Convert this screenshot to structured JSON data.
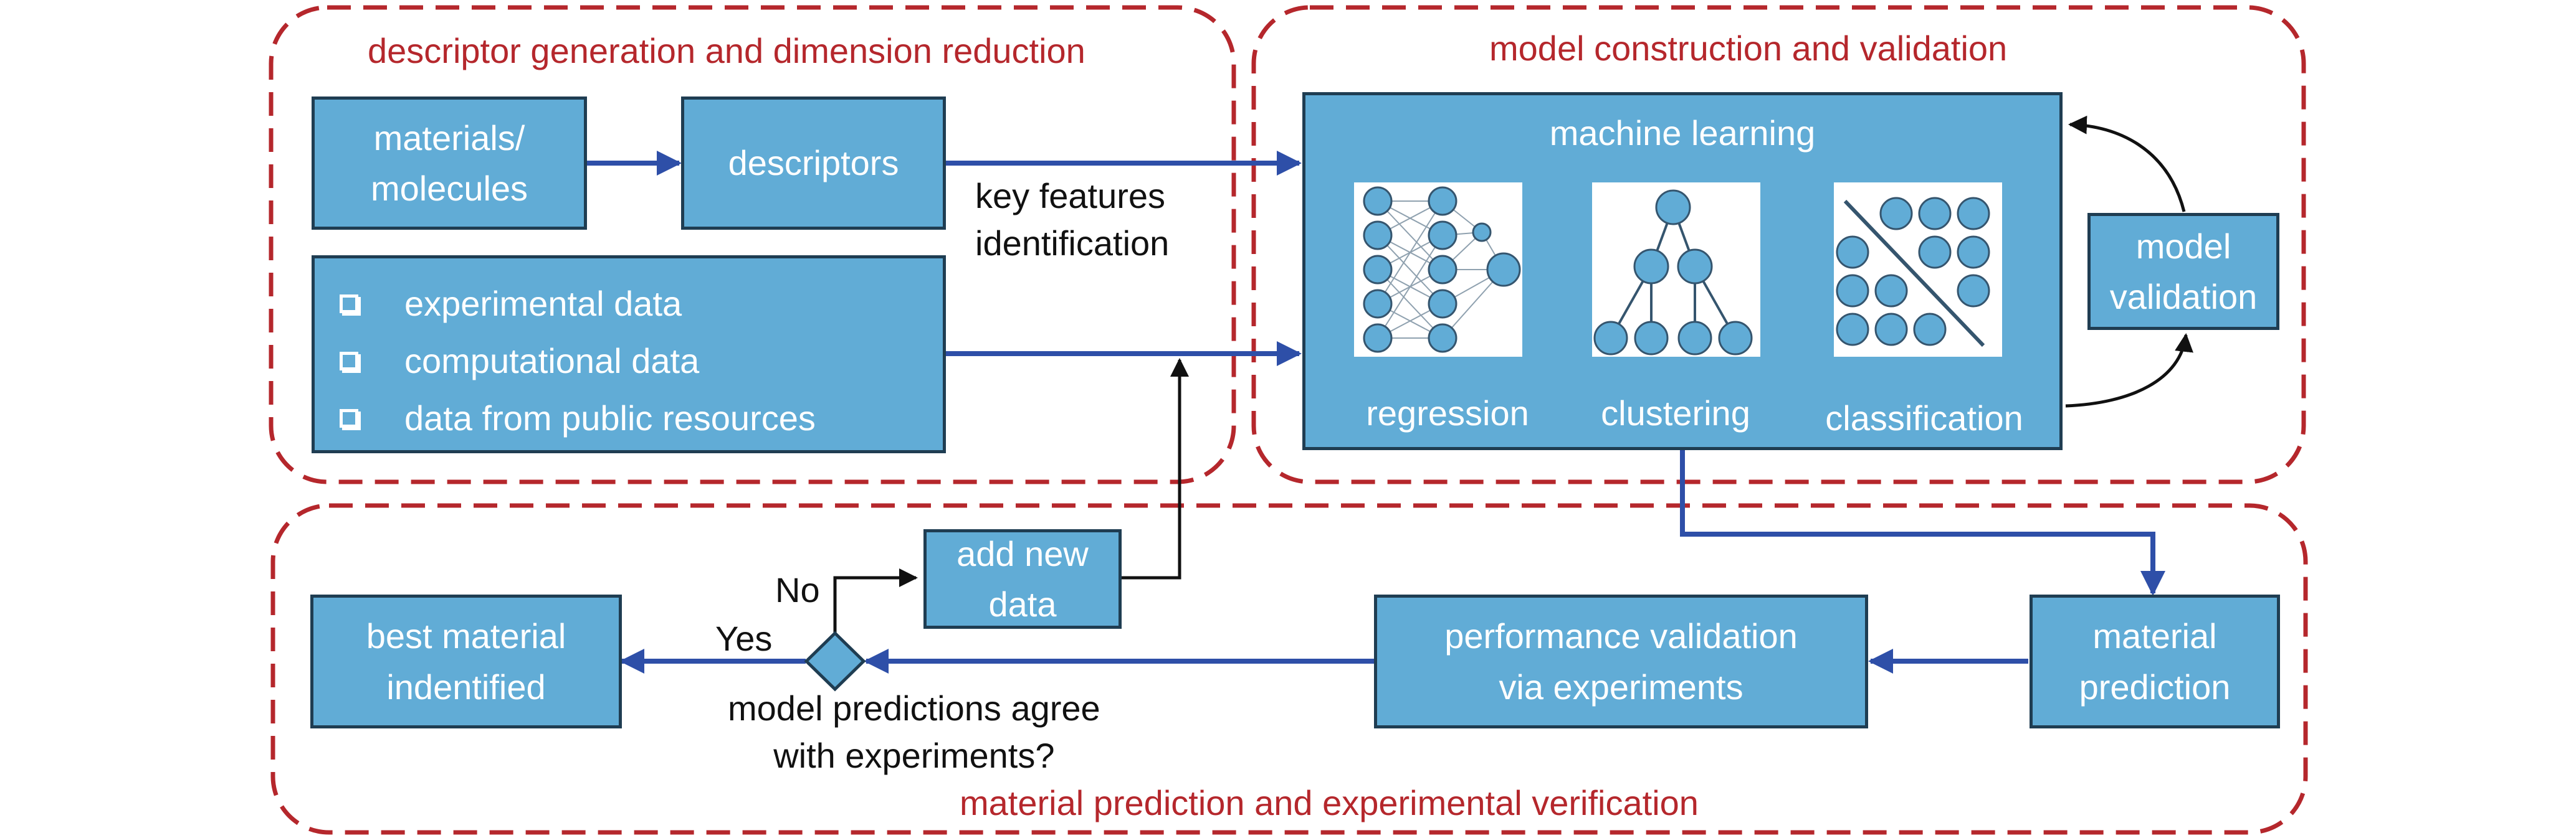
{
  "regions": {
    "descriptor": "descriptor generation and dimension reduction",
    "model": "model construction and validation",
    "prediction": "material prediction and experimental verification"
  },
  "boxes": {
    "materials": [
      "materials/",
      "molecules"
    ],
    "descriptors": "descriptors",
    "data_sources": [
      "experimental data",
      "computational data",
      "data from public resources"
    ],
    "machine_learning": "machine learning",
    "methods": [
      "regression",
      "clustering",
      "classification"
    ],
    "model_validation": [
      "model",
      "validation"
    ],
    "material_prediction": [
      "material",
      "prediction"
    ],
    "performance_validation": [
      "performance validation",
      "via experiments"
    ],
    "add_new_data": [
      "add new",
      "data"
    ],
    "best_material": [
      "best material",
      "indentified"
    ]
  },
  "labels": {
    "key_features": [
      "key features",
      "identification"
    ],
    "decision_question": [
      "model predictions agree",
      "with experiments?"
    ],
    "no": "No",
    "yes": "Yes"
  },
  "colors": {
    "box_fill": "#61acd6",
    "box_border": "#1f3d52",
    "region_border": "#b5272c",
    "flow_arrow": "#2e4fa8",
    "feedback_arrow": "#111111"
  }
}
